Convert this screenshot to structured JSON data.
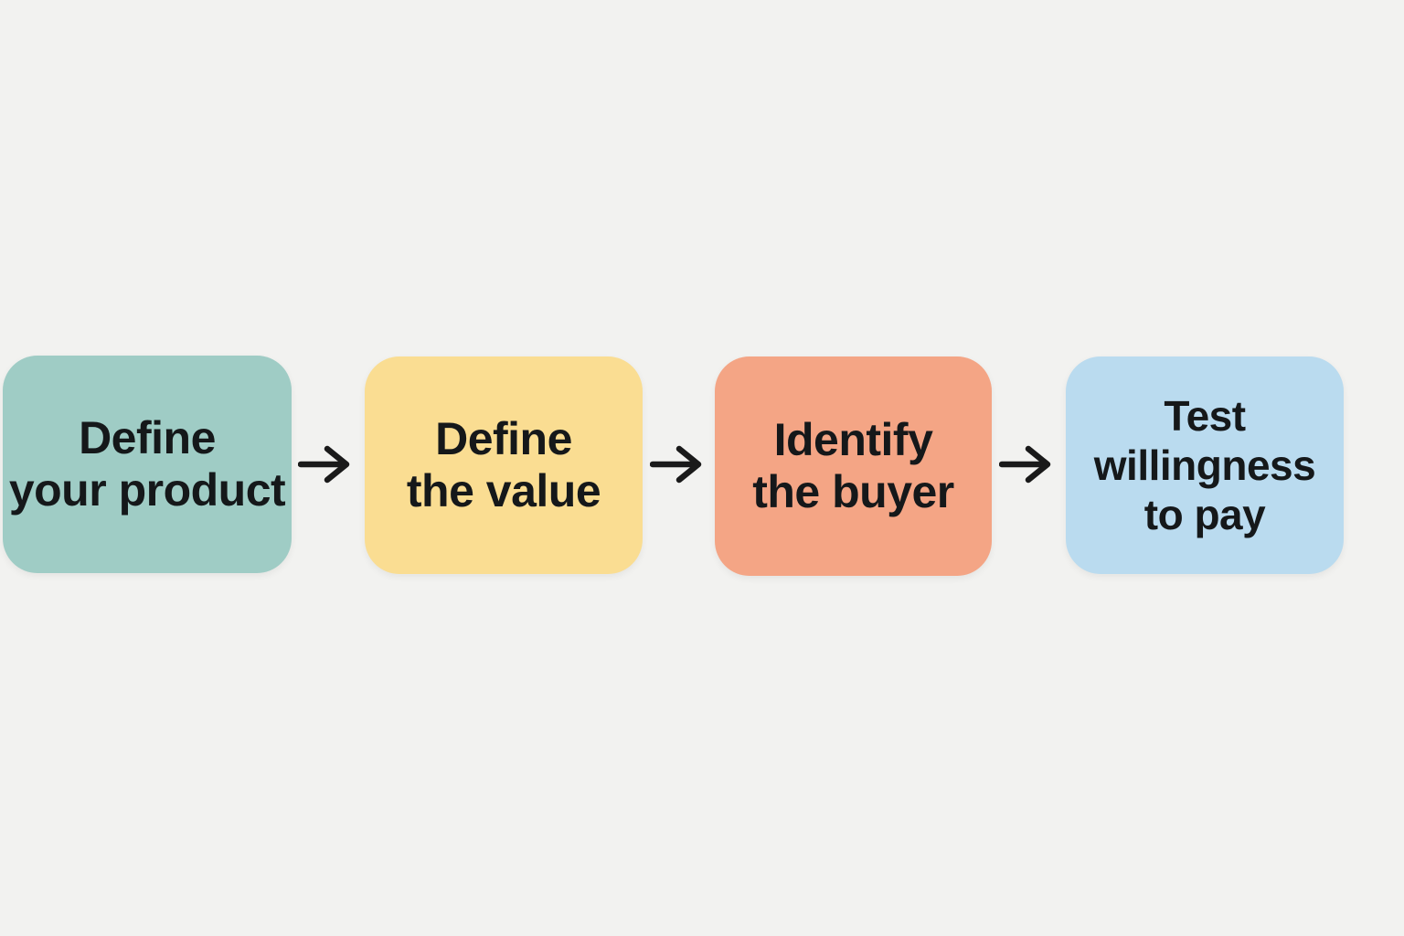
{
  "page": {
    "background": "#f2f2f0"
  },
  "diagram": {
    "type": "flowchart",
    "direction": "left-to-right",
    "steps": [
      {
        "id": "define-your-product",
        "lines": [
          "Define",
          "your product"
        ],
        "fill": "#9fccc5",
        "text_color": "#15181a"
      },
      {
        "id": "define-the-value",
        "lines": [
          "Define",
          "the value"
        ],
        "fill": "#fadd92",
        "text_color": "#15181a"
      },
      {
        "id": "identify-the-buyer",
        "lines": [
          "Identify",
          "the buyer"
        ],
        "fill": "#f4a585",
        "text_color": "#15181a"
      },
      {
        "id": "test-willingness-to-pay",
        "lines": [
          "Test",
          "willingness",
          "to pay"
        ],
        "fill": "#badbef",
        "text_color": "#15181a"
      }
    ],
    "arrow": {
      "symbol": "right-arrow",
      "color": "#1a1a1a"
    }
  }
}
